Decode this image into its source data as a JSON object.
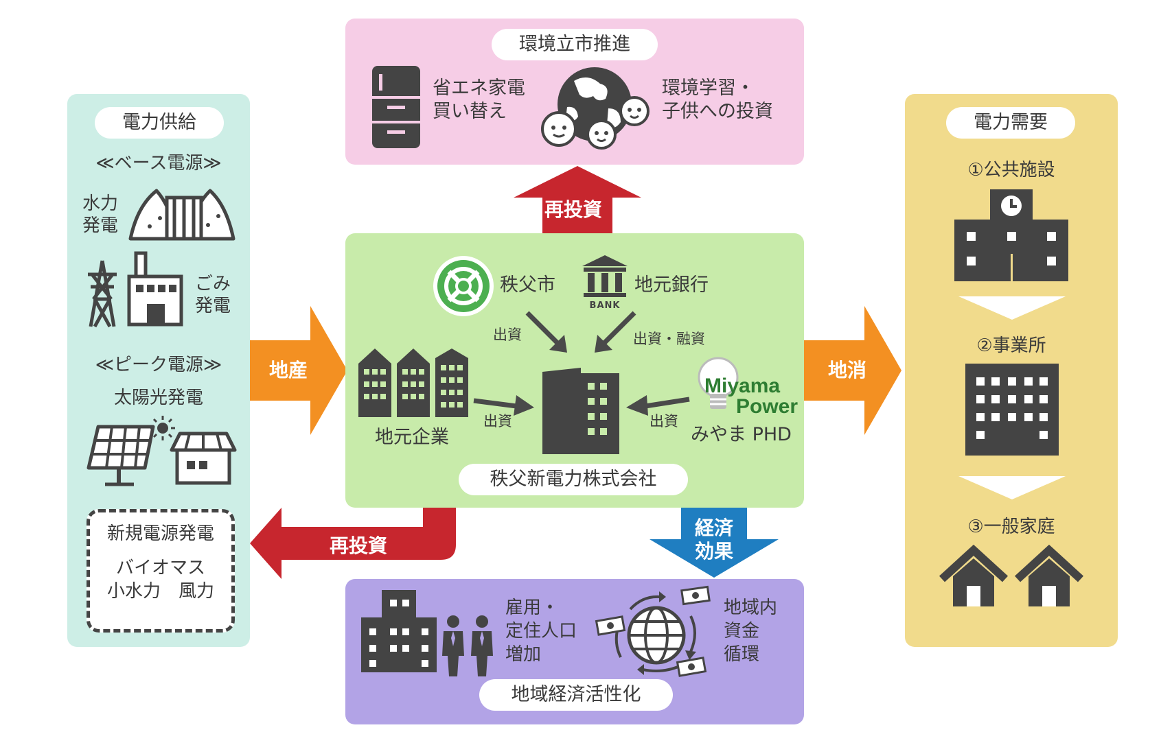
{
  "supply": {
    "title": "電力供給",
    "base_heading": "≪ベース電源≫",
    "hydro": [
      "水力",
      "発電"
    ],
    "waste": [
      "ごみ",
      "発電"
    ],
    "peak_heading": "≪ピーク電源≫",
    "solar": "太陽光発電",
    "new_box": {
      "title": "新規電源発電",
      "line1": "バイオマス",
      "line2": "小水力　風力"
    }
  },
  "environment": {
    "title": "環境立市推進",
    "appliance": [
      "省エネ家電",
      "買い替え"
    ],
    "education": [
      "環境学習・",
      "子供への投資"
    ]
  },
  "center": {
    "city": "秩父市",
    "bank": "地元銀行",
    "bank_icon_label": "BANK",
    "companies": "地元企業",
    "miyama_logo": [
      "Miyama",
      "Power"
    ],
    "miyama": "みやま PHD",
    "invest_city": "出資",
    "invest_bank": "出資・融資",
    "invest_companies": "出資",
    "invest_miyama": "出資",
    "company_name": "秩父新電力株式会社"
  },
  "demand": {
    "title": "電力需要",
    "item1": "①公共施設",
    "item2": "②事業所",
    "item3": "③一般家庭"
  },
  "economy": {
    "title": "地域経済活性化",
    "employment": [
      "雇用・",
      "定住人口",
      "増加"
    ],
    "circulation": [
      "地域内",
      "資金",
      "循環"
    ]
  },
  "arrows": {
    "local_production": "地産",
    "local_consumption": "地消",
    "reinvest_top": "再投資",
    "reinvest_left": "再投資",
    "economic_effect": [
      "経済",
      "効果"
    ]
  },
  "colors": {
    "supply_bg": "#cdeee6",
    "env_bg": "#f6cde6",
    "center_bg": "#c8ebaa",
    "demand_bg": "#f1db8c",
    "economy_bg": "#b2a3e6",
    "orange": "#f39022",
    "red": "#c7262e",
    "blue": "#1f7ec1",
    "icon": "#444444"
  }
}
